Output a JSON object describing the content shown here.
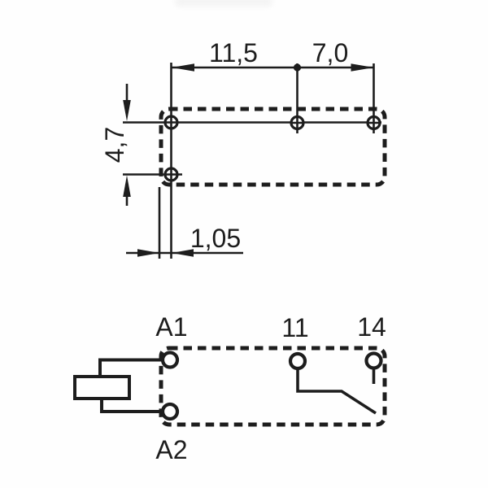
{
  "page": {
    "background": "#fefefe",
    "artifact_color": "#f4f4f4"
  },
  "diagram": {
    "type": "relay-footprint-and-pinout",
    "line_color": "#1d1d1d",
    "top_view": {
      "name": "pcb-footprint-top-view",
      "dims": {
        "pitch_left": "11,5",
        "pitch_right": "7,0",
        "row_spacing": "4,7",
        "edge_offset": "1,05"
      }
    },
    "bottom_view": {
      "name": "pin-schematic-view",
      "terminals": {
        "coil_a1": "A1",
        "coil_a2": "A2",
        "common": "11",
        "normally_open": "14"
      }
    }
  }
}
